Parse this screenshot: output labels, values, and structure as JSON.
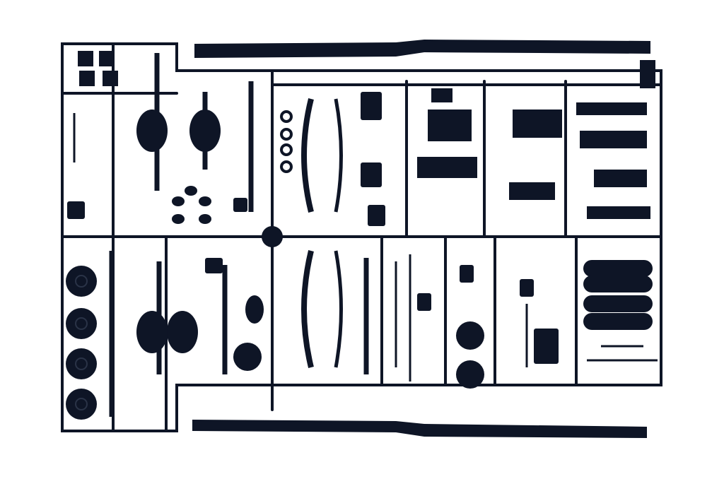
{
  "photo": {
    "subject": "model-kit-sprue",
    "colors": {
      "background": "#ffffff",
      "plastic": "#0e1526",
      "highlight": "#2a3347"
    },
    "part_groups": [
      "chassis-rail",
      "wheel-disc",
      "leaf-spring",
      "axle",
      "fuel-tank",
      "crossmember",
      "bracket"
    ]
  }
}
